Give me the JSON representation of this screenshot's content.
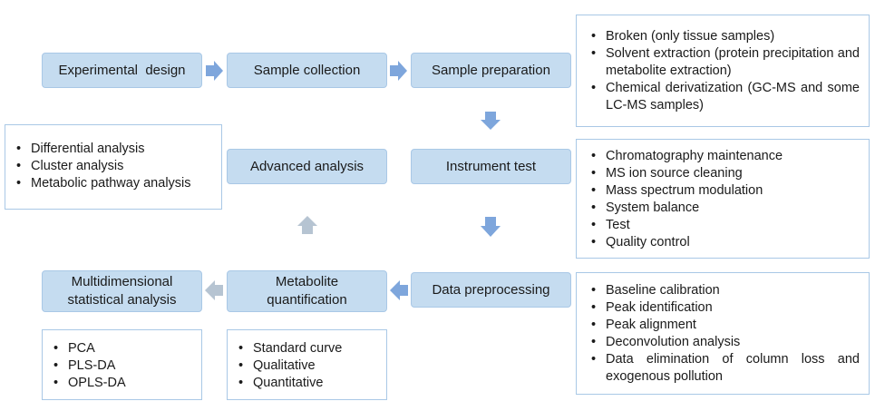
{
  "colors": {
    "step_fill": "#c5dcf0",
    "step_border": "#a9c8e6",
    "arrow": "#7ea6dc",
    "arrow_faded": "#b6c4d2"
  },
  "steps": {
    "experimental_design": "Experimental  design",
    "sample_collection": "Sample collection",
    "sample_preparation": "Sample preparation",
    "instrument_test": "Instrument test",
    "advanced_analysis": "Advanced analysis",
    "data_preprocessing": "Data preprocessing",
    "metabolite_quantification": "Metabolite\nquantification",
    "multidimensional_analysis": "Multidimensional\nstatistical analysis"
  },
  "notes": {
    "sample_preparation": [
      "Broken (only tissue samples)",
      "Solvent extraction (protein precipitation and metabolite extraction)",
      "Chemical derivatization (GC-MS and some LC-MS samples)"
    ],
    "instrument_test": [
      "Chromatography maintenance",
      "MS ion source cleaning",
      "Mass spectrum modulation",
      "System balance",
      "Test",
      "Quality control"
    ],
    "advanced_analysis": [
      "Differential analysis",
      "Cluster analysis",
      "Metabolic pathway analysis"
    ],
    "data_preprocessing": [
      "Baseline calibration",
      "Peak identification",
      "Peak alignment",
      "Deconvolution analysis",
      "Data elimination of  column loss and exogenous pollution"
    ],
    "metabolite_quantification": [
      "Standard curve",
      "Qualitative",
      "Quantitative"
    ],
    "multidimensional_analysis": [
      "PCA",
      "PLS-DA",
      "OPLS-DA"
    ]
  }
}
